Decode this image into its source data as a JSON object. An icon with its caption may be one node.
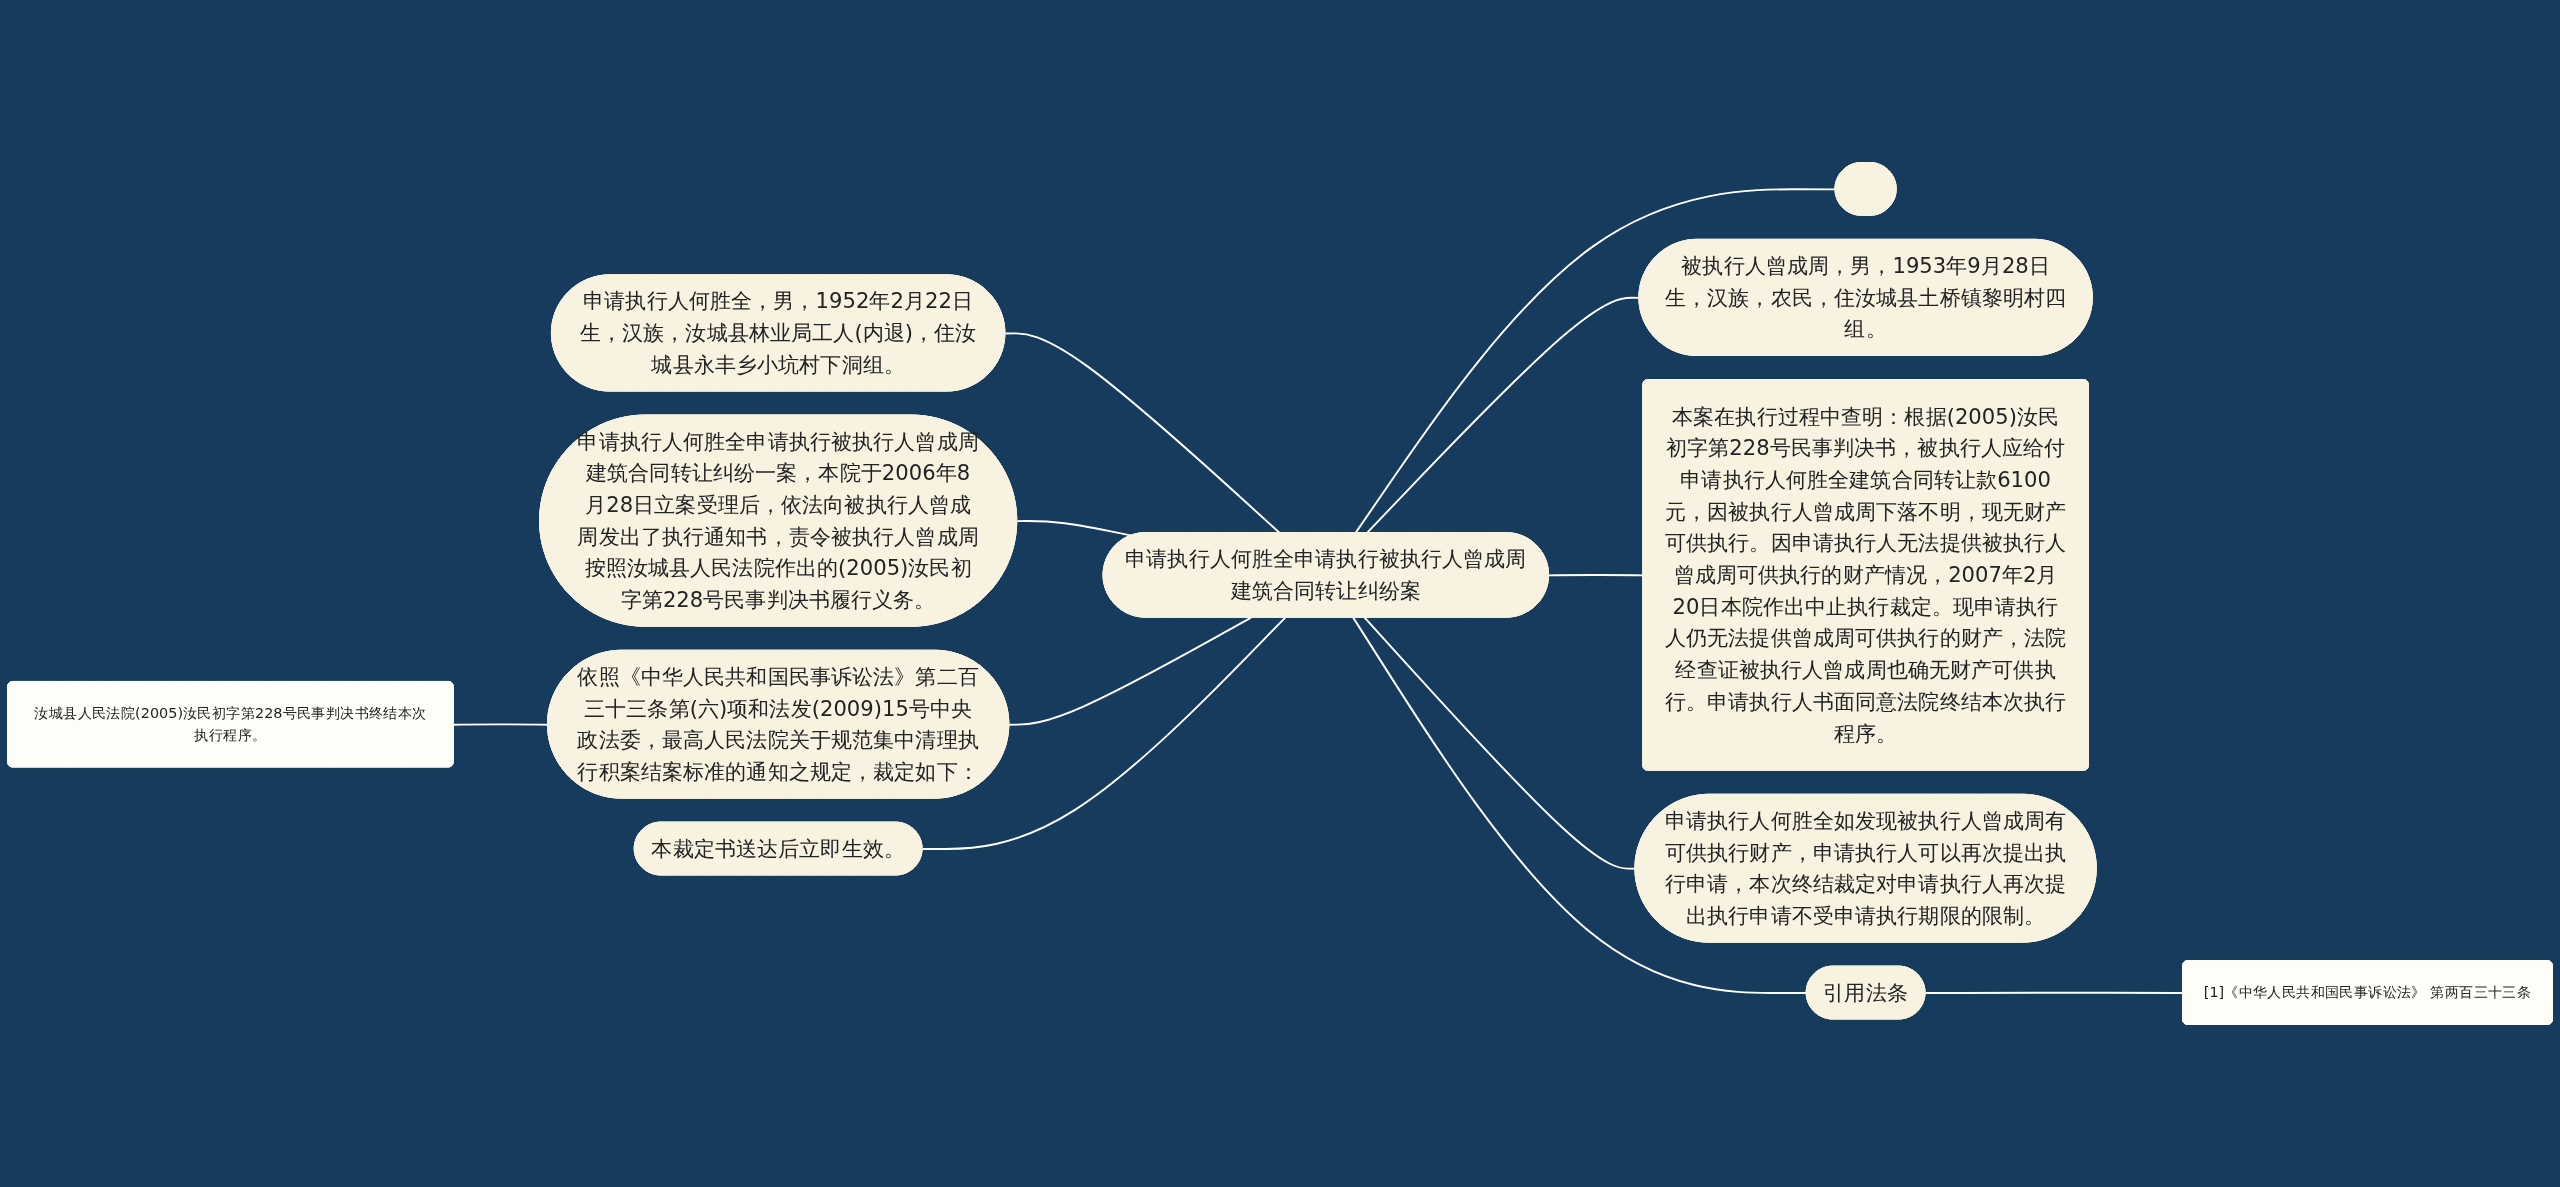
{
  "diagram": {
    "nodes": [
      {
        "text": [
          "申请执行人何胜全申请执行被执行人曾成周建筑合同转让纠纷案"
        ]
      },
      {
        "text": [
          "申请执行人何胜全，男，1952年2月22日生，汉族，汝城县林业局工人(内退)，住汝城县永丰乡小坑村下洞组。"
        ]
      },
      {
        "text": [
          "申请执行人何胜全申请执行被执行人曾成周建筑合同转让纠纷一案，本院于2006年8月28日立案受理后，依法向被执行人曾成周发出了执行通知书，责令被执行人曾成周按照汝城县人民法院作出的(2005)汝民初字第228号民事判决书履行义务。"
        ]
      },
      {
        "text": [
          "依照《中华人民共和国民事诉讼法》第二百三十三条第(六)项和法发(2009)15号中央政法委，最高人民法院关于规范集中清理执行积案结案标准的通知之规定，裁定如下："
        ]
      },
      {
        "text": [
          "汝城县人民法院(2005)汝民初字第228号民事判决书终结本次执行程序。"
        ]
      },
      {
        "text": [
          "本裁定书送达后立即生效。"
        ]
      },
      {
        "text": [],
        "shape": "box"
      },
      {
        "text": [
          "被执行人曾成周，男，1953年9月28日生，汉族，农民，住汝城县土桥镇黎明村四组。"
        ]
      },
      {
        "text": [
          "本案在执行过程中查明：根据(2005)汝民初字第228号民事判决书，被执行人应给付申请执行人何胜全建筑合同转让款6100元，因被执行人曾成周下落不明，现无财产可供执行。因申请执行人无法提供被执行人曾成周可供执行的财产情况，2007年2月20日本院作出中止执行裁定。现申请执行人仍无法提供曾成周可供执行的财产，法院经查证被执行人曾成周也确无财产可供执行。申请执行人书面同意法院终结本次执行程序。"
        ]
      },
      {
        "text": [
          "申请执行人何胜全如发现被执行人曾成周有可供执行财产，申请执行人可以再次提出执行申请，本次终结裁定对申请执行人再次提出执行申请不受申请执行期限的限制。"
        ]
      },
      {
        "text": [
          "引用法条"
        ]
      },
      {
        "text": [
          "[1]《中华人民共和国民事诉讼法》 第两百三十三条"
        ]
      }
    ],
    "edges": [
      {
        "from": 1,
        "to": 0,
        "arrow": "none"
      },
      {
        "from": 2,
        "to": 0,
        "arrow": "none"
      },
      {
        "from": 4,
        "to": 3,
        "arrow": "none"
      },
      {
        "from": 3,
        "to": 0,
        "arrow": "none"
      },
      {
        "from": 5,
        "to": 0,
        "arrow": "none"
      },
      {
        "from": 0,
        "to": 6,
        "arrow": "none"
      },
      {
        "from": 0,
        "to": 7,
        "arrow": "none"
      },
      {
        "from": 0,
        "to": 8,
        "arrow": "none"
      },
      {
        "from": 0,
        "to": 9,
        "arrow": "none"
      },
      {
        "from": 0,
        "to": 10,
        "arrow": "none"
      },
      {
        "from": 10,
        "to": 11,
        "arrow": "none"
      }
    ]
  }
}
